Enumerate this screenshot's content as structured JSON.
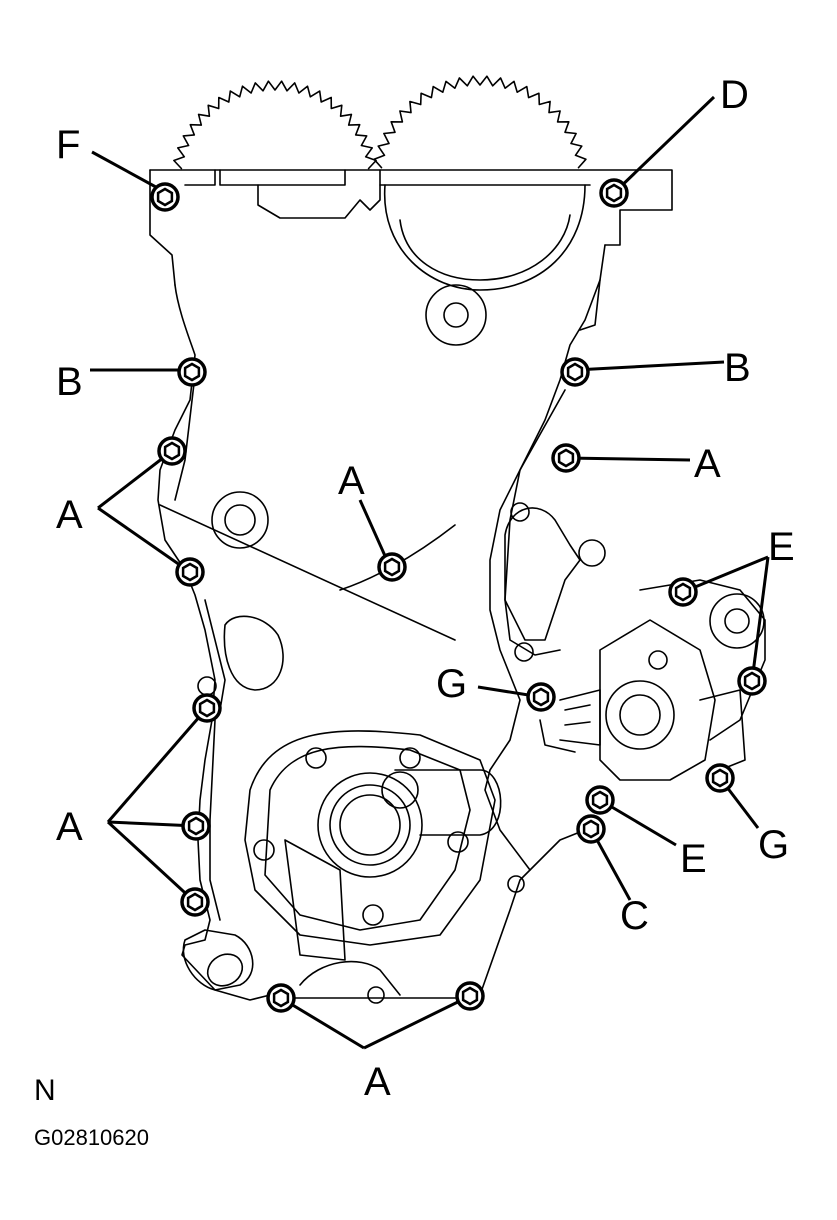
{
  "figure_code": "G02810620",
  "corner_mark": "N",
  "bolt_labels": {
    "A": "A",
    "B": "B",
    "C": "C",
    "D": "D",
    "E": "E",
    "F": "F",
    "G": "G"
  },
  "style": {
    "ink": "#000000",
    "paper": "#ffffff"
  }
}
